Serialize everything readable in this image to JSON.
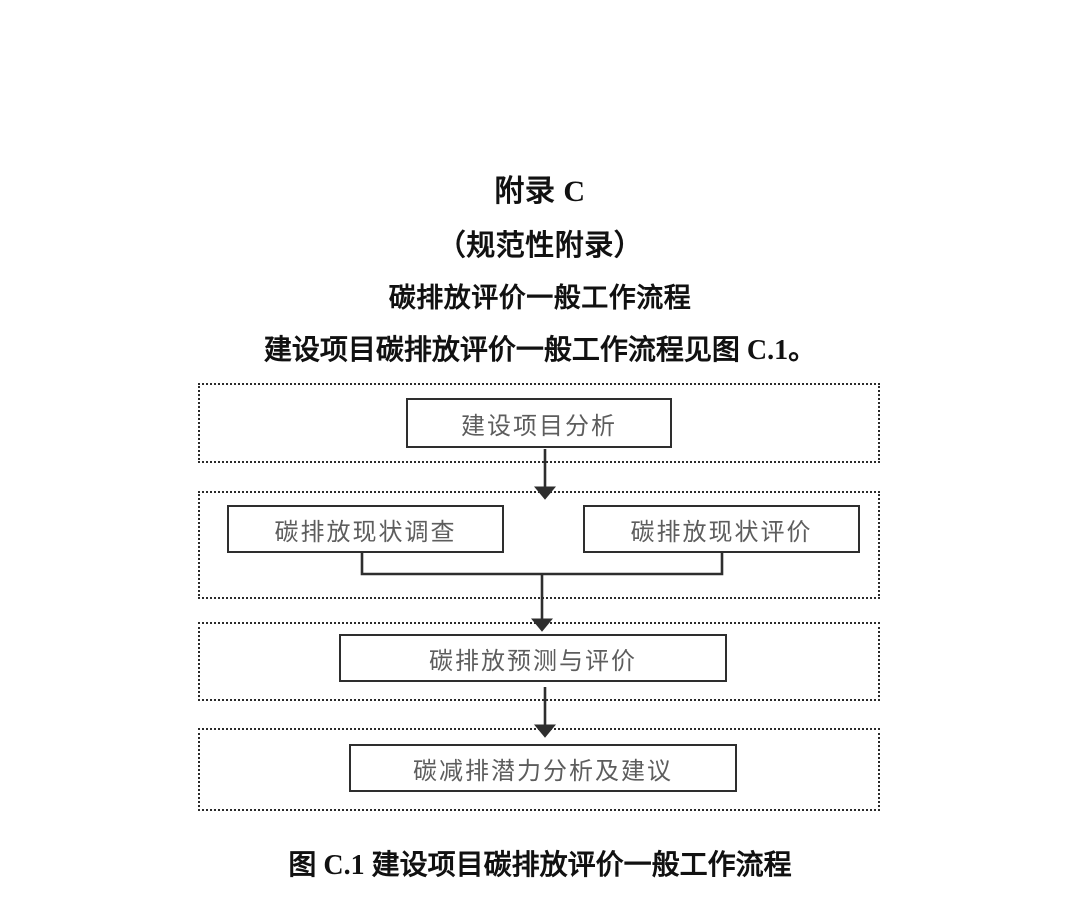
{
  "document": {
    "appendix_title": "附录 C",
    "appendix_subtitle": "（规范性附录）",
    "appendix_section": "碳排放评价一般工作流程",
    "intro_paragraph": "建设项目碳排放评价一般工作流程见图 C.1。",
    "figure_caption": "图 C.1  建设项目碳排放评价一般工作流程",
    "background_color": "#ffffff",
    "text_color": "#111111"
  },
  "flowchart": {
    "node_text_color": "#5d5d5d",
    "node_border_color": "#2e2e2e",
    "stage_border_color": "#2b2b2b",
    "connector_color": "#2e2e2e",
    "stages": [
      {
        "id": "stage-1",
        "nodes": [
          {
            "id": "node-project-analysis",
            "label": "建设项目分析"
          }
        ]
      },
      {
        "id": "stage-2",
        "nodes": [
          {
            "id": "node-status-survey",
            "label": "碳排放现状调查"
          },
          {
            "id": "node-status-evaluation",
            "label": "碳排放现状评价"
          }
        ]
      },
      {
        "id": "stage-3",
        "nodes": [
          {
            "id": "node-forecast-evaluation",
            "label": "碳排放预测与评价"
          }
        ]
      },
      {
        "id": "stage-4",
        "nodes": [
          {
            "id": "node-reduction-potential",
            "label": "碳减排潜力分析及建议"
          }
        ]
      }
    ],
    "connectors": [
      {
        "id": "arrow-stage1-to-stage2",
        "type": "arrow-down"
      },
      {
        "id": "merge-bracket-stage2",
        "type": "merge-bracket"
      },
      {
        "id": "arrow-stage2-to-stage3",
        "type": "arrow-down"
      },
      {
        "id": "arrow-stage3-to-stage4",
        "type": "arrow-down"
      }
    ]
  }
}
